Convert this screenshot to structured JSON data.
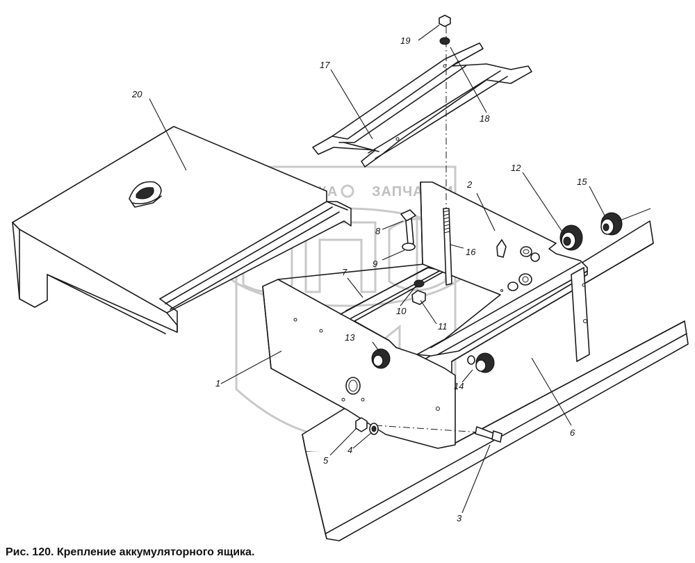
{
  "caption": "Рис. 120. Крепление аккумуляторного ящика.",
  "watermark": {
    "left_word": "ТЕХНИКА",
    "right_word": "ЗАПЧАСТИ",
    "logo": "ЭПФ"
  },
  "callouts": [
    "1",
    "2",
    "3",
    "4",
    "5",
    "6",
    "7",
    "8",
    "9",
    "10",
    "11",
    "12",
    "13",
    "14",
    "15",
    "16",
    "17",
    "18",
    "19",
    "20"
  ]
}
